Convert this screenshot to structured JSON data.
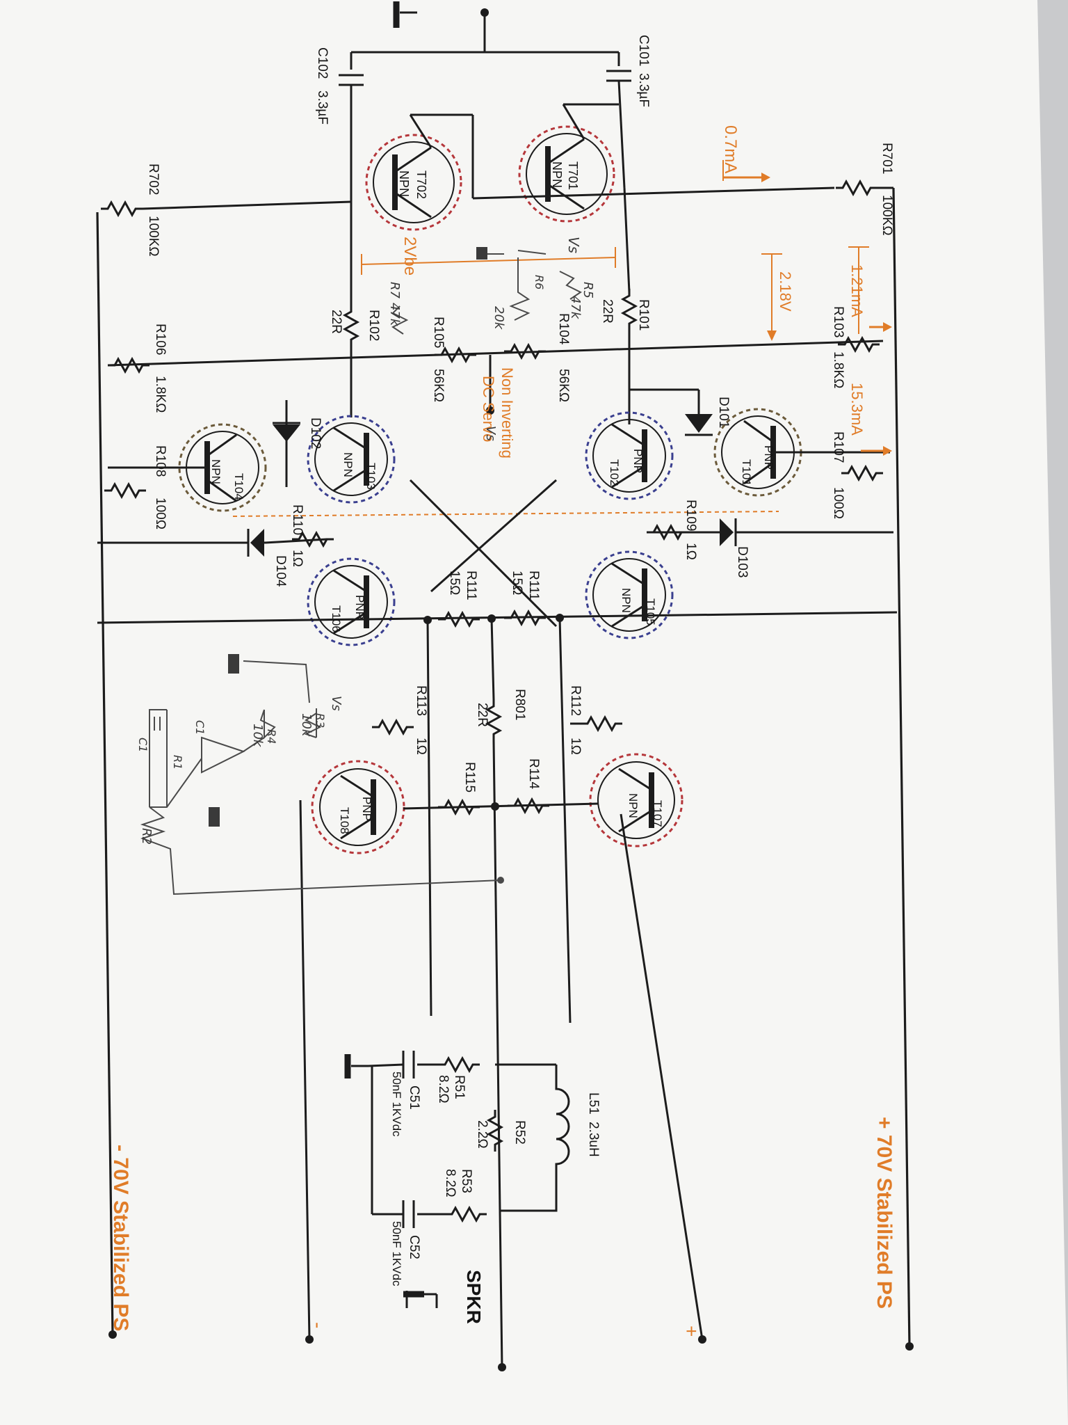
{
  "rails": {
    "positive": "+ 70V Stabilized PS",
    "negative": "- 70V Stabilized PS",
    "plus_terminal": "+",
    "minus_terminal": "-"
  },
  "output": {
    "speaker": "SPKR"
  },
  "capacitors": [
    {
      "ref": "C101",
      "value": "3.3µF"
    },
    {
      "ref": "C102",
      "value": "3.3µF"
    },
    {
      "ref": "C51",
      "value": "50nF 1KVdc"
    },
    {
      "ref": "C52",
      "value": "50nF 1KVdc"
    }
  ],
  "resistors": [
    {
      "ref": "R701",
      "value": "100KΩ"
    },
    {
      "ref": "R702",
      "value": "100KΩ"
    },
    {
      "ref": "R101",
      "value": "22R"
    },
    {
      "ref": "R102",
      "value": "22R"
    },
    {
      "ref": "R103",
      "value": "1.8KΩ"
    },
    {
      "ref": "R104",
      "value": "56KΩ"
    },
    {
      "ref": "R105",
      "value": "56KΩ"
    },
    {
      "ref": "R106",
      "value": "1.8KΩ"
    },
    {
      "ref": "R107",
      "value": "100Ω"
    },
    {
      "ref": "R108",
      "value": "100Ω"
    },
    {
      "ref": "R109",
      "value": "1Ω"
    },
    {
      "ref": "R110",
      "value": "1Ω"
    },
    {
      "ref": "R111",
      "value": "15Ω"
    },
    {
      "ref": "R111",
      "value": "15Ω"
    },
    {
      "ref": "R112",
      "value": "1Ω"
    },
    {
      "ref": "R113",
      "value": "1Ω"
    },
    {
      "ref": "R114",
      "value": ""
    },
    {
      "ref": "R115",
      "value": ""
    },
    {
      "ref": "R801",
      "value": "22R"
    },
    {
      "ref": "R51",
      "value": "8.2Ω"
    },
    {
      "ref": "R52",
      "value": "2.2Ω"
    },
    {
      "ref": "R53",
      "value": "8.2Ω"
    }
  ],
  "inductor": {
    "ref": "L51",
    "value": "2.3uH"
  },
  "transistors": [
    {
      "ref": "T701",
      "type": "NPN"
    },
    {
      "ref": "T702",
      "type": "NPN"
    },
    {
      "ref": "T101",
      "type": "PNP"
    },
    {
      "ref": "T102",
      "type": "PNP"
    },
    {
      "ref": "T103",
      "type": "NPN"
    },
    {
      "ref": "T104",
      "type": "NPN"
    },
    {
      "ref": "T105",
      "type": "NPN"
    },
    {
      "ref": "T106",
      "type": "PNP"
    },
    {
      "ref": "T107",
      "type": "NPN"
    },
    {
      "ref": "T108",
      "type": "PNP"
    }
  ],
  "diodes": [
    "D101",
    "D102",
    "D103",
    "D104"
  ],
  "annotations": {
    "i_input": "0.7mA",
    "i_103": "1.21mA",
    "v_103": "2.18V",
    "i_107": "15.3mA",
    "vbe": "2Vbe",
    "servo_line1": "Non Inverting",
    "servo_line2": "DC Servo"
  },
  "handwritten": {
    "vs1": "Vs",
    "vs2": "Vs",
    "vs3": "Vs",
    "r5": "R5",
    "r5_val": "47k",
    "r6": "R6",
    "r6_val": "20k",
    "r7": "R7",
    "r7_val": "47k",
    "r3": "R3",
    "r3_val": "10k",
    "r4": "R4",
    "r4_val": "10k",
    "c1": "C1",
    "c1b": "C1",
    "r1": "R1",
    "r2": "R2"
  },
  "colors": {
    "paper": "#f6f6f4",
    "ink": "#1c1c1c",
    "annotation_orange": "#e07c28",
    "ring_red": "#b5363a",
    "ring_blue": "#3a3f8f",
    "pencil": "#4a4a4a"
  }
}
